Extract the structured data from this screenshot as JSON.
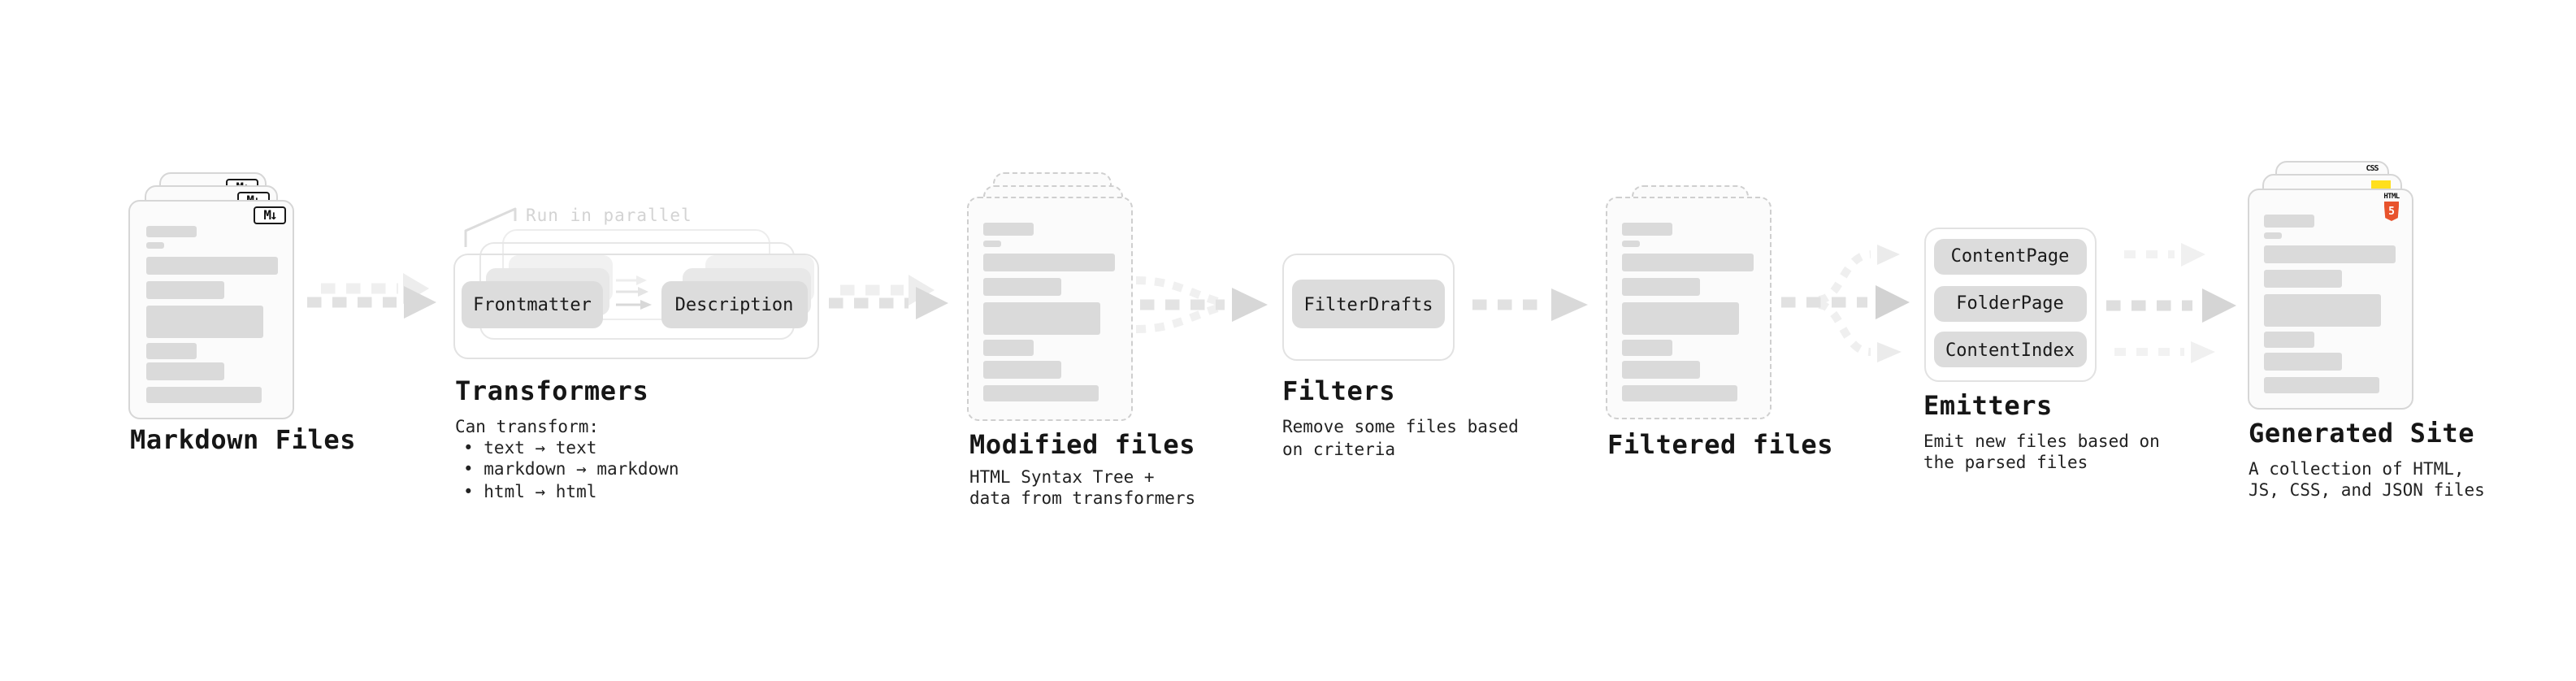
{
  "pipeline": {
    "markdown_files": {
      "label": "Markdown Files",
      "badge": "M↓"
    },
    "transformers": {
      "label": "Transformers",
      "callout": "Run in parallel",
      "nodes": [
        "Frontmatter",
        "Description"
      ],
      "desc_title": "Can transform:",
      "bullets": [
        "• text → text",
        "• markdown → markdown",
        "• html → html"
      ]
    },
    "modified_files": {
      "label": "Modified files",
      "desc1": "HTML Syntax Tree +",
      "desc2": "data from transformers"
    },
    "filters": {
      "label": "Filters",
      "nodes": [
        "FilterDrafts"
      ],
      "desc1": "Remove some files based",
      "desc2": "on criteria"
    },
    "filtered_files": {
      "label": "Filtered files"
    },
    "emitters": {
      "label": "Emitters",
      "nodes": [
        "ContentPage",
        "FolderPage",
        "ContentIndex"
      ],
      "desc1": "Emit new files based on",
      "desc2": "the parsed files"
    },
    "generated_site": {
      "label": "Generated Site",
      "desc1": "A collection of HTML,",
      "desc2": "JS, CSS, and JSON files",
      "badges": {
        "css": "CSS",
        "html": "HTML",
        "html5_numeral": "5"
      }
    },
    "colors": {
      "node_fill": "#dcdcdc",
      "arrow_dark": "#d9d9d9",
      "arrow_light": "#ededed",
      "html5_orange": "#e8532c",
      "js_yellow": "#ffdf1e",
      "css_blue": "#2b62f6",
      "doc_border": "#d6d6d6",
      "panel_border": "#e2e2e2"
    }
  }
}
